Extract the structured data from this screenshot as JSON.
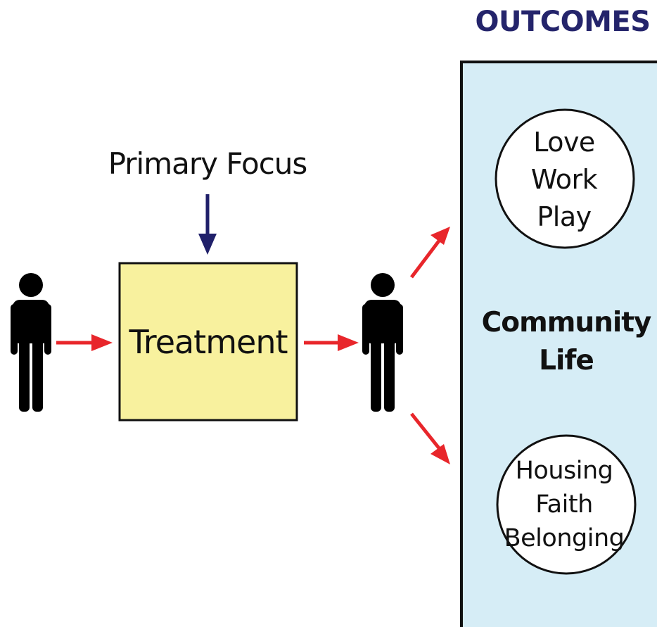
{
  "title": "OUTCOMES",
  "primary_focus": "Primary Focus",
  "treatment": "Treatment",
  "community": {
    "line1": "Community",
    "line2": "Life"
  },
  "circle_top": {
    "line1": "Love",
    "line2": "Work",
    "line3": "Play"
  },
  "circle_bottom": {
    "line1": "Housing",
    "line2": "Faith",
    "line3": "Belonging"
  },
  "colors": {
    "title": "#24246b",
    "arrow_red": "#e8262b",
    "arrow_navy": "#20206a",
    "treatment_fill": "#f8f19e",
    "outcomes_fill": "#d6edf6",
    "person": "#000000"
  },
  "icons": [
    "person-icon-before",
    "person-icon-after"
  ]
}
